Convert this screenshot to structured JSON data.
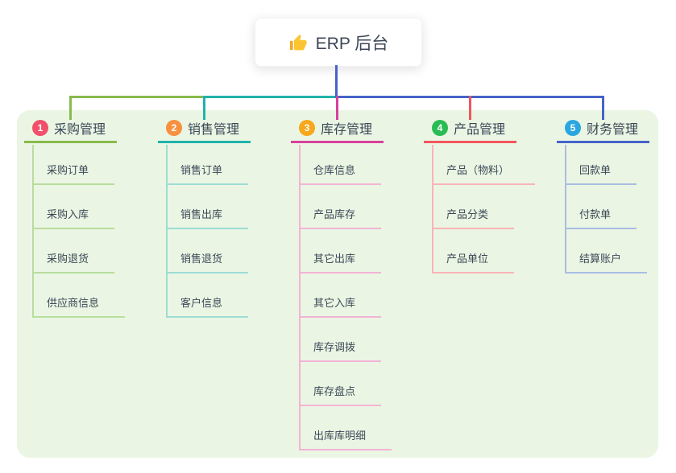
{
  "root": {
    "label": "ERP 后台",
    "icon": "thumbs-up-icon",
    "line_color": "#4663c8"
  },
  "panel": {
    "background": "#eaf6e3"
  },
  "text_color": "#3c4858",
  "branches": [
    {
      "num": "1",
      "label": "采购管理",
      "circle_color": "#f0506a",
      "line_color": "#88bb4c",
      "child_line_color": "#b9dd9d",
      "children": [
        "采购订单",
        "采购入库",
        "采购退货",
        "供应商信息"
      ]
    },
    {
      "num": "2",
      "label": "销售管理",
      "circle_color": "#f7903f",
      "line_color": "#1fb3ab",
      "child_line_color": "#9edcd6",
      "children": [
        "销售订单",
        "销售出库",
        "销售退货",
        "客户信息"
      ]
    },
    {
      "num": "3",
      "label": "库存管理",
      "circle_color": "#f6a71b",
      "line_color": "#d8409e",
      "child_line_color": "#f3b3d6",
      "children": [
        "仓库信息",
        "产品库存",
        "其它出库",
        "其它入库",
        "库存调拨",
        "库存盘点",
        "出库库明细"
      ]
    },
    {
      "num": "4",
      "label": "产品管理",
      "circle_color": "#2abc54",
      "line_color": "#f4555e",
      "child_line_color": "#f9b4b8",
      "children": [
        "产品（物料）",
        "产品分类",
        "产品单位"
      ]
    },
    {
      "num": "5",
      "label": "财务管理",
      "circle_color": "#2aa7e0",
      "line_color": "#4663c8",
      "child_line_color": "#aabde5",
      "children": [
        "回款单",
        "付款单",
        "结算账户"
      ]
    }
  ]
}
